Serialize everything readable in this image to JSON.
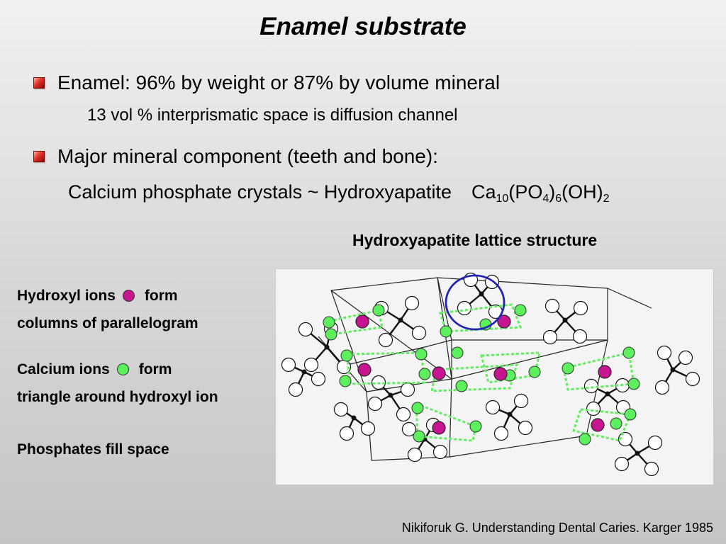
{
  "slide": {
    "title": "Enamel substrate",
    "bullets": [
      {
        "text": "Enamel: 96% by weight or 87% by volume mineral",
        "sub": "13 vol % interprismatic space is diffusion channel"
      },
      {
        "text": "Major mineral component (teeth and bone):",
        "formula": {
          "prefix": "Calcium phosphate crystals ~ Hydroxyapatite",
          "ca": "Ca",
          "ca_sub": "10",
          "po4": "(PO",
          "po4_sub": "4",
          "po4_close": ")",
          "po4_mult": "6",
          "oh": "(OH)",
          "oh_sub": "2"
        }
      }
    ]
  },
  "figure": {
    "title": "Hydroxyapatite lattice structure",
    "legend": {
      "hydroxyl": {
        "prefix": "Hydroxyl ions",
        "suffix": "form",
        "line2": "columns of parallelogram",
        "color": "#c71592"
      },
      "calcium": {
        "prefix": "Calcium ions",
        "suffix": "form",
        "line2": "triangle around hydroxyl ion",
        "color": "#5df05d"
      },
      "phosphates": "Phosphates fill space"
    },
    "highlight_color": "#2323b8"
  },
  "citation": "Nikiforuk G.  Understanding Dental Caries.  Karger 1985"
}
